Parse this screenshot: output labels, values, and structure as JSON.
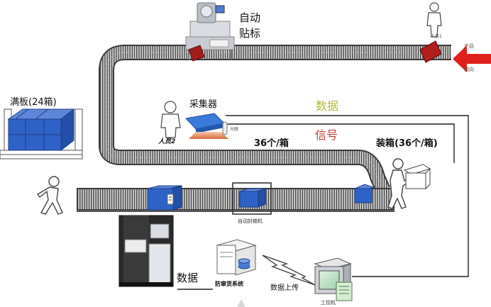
{
  "labels": {
    "auto_label_line1": "自动",
    "auto_label_line2": "贴标",
    "pallet": "满板(24箱)",
    "collector": "采集器",
    "data": "数据",
    "signal": "信号",
    "per_box_36": "36个/箱",
    "packing": "装箱(36个/箱)",
    "person2": "人员2",
    "person1": "人员1",
    "product_flow_a": "产品",
    "product_flow_b": "流向",
    "sensor": "光眼",
    "auto_sealer": "自动封箱机",
    "data_bottom": "数据",
    "anti_counterfeit": "防窜货系统",
    "data_upload": "数据上传",
    "industrial_pc": "工控机"
  },
  "colors": {
    "flow_arrow": "#e0201b",
    "box_blue": "#2f62c6",
    "data_label": "#b4b83a",
    "signal_label": "#c0392b"
  }
}
